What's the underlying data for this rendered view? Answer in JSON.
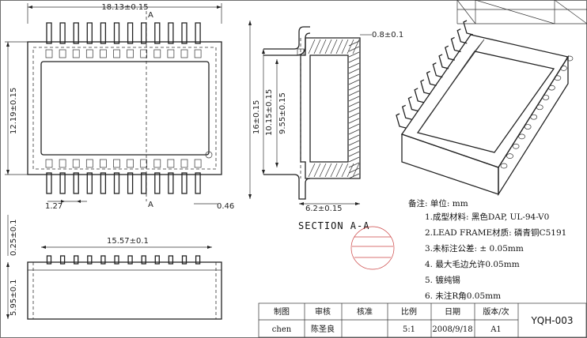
{
  "dimensions": {
    "top_width": "18.13±0.15",
    "section_A_top": "A",
    "section_A_bottom": "A",
    "left_height": "12.19±0.15",
    "pitch": "1.27",
    "pin_width": "0.46",
    "flange": "0.8±0.1",
    "side_height_outer": "16±0.15",
    "side_height_mid": "10.15±0.15",
    "side_height_inner": "9.55±0.15",
    "side_width": "6.2±0.15",
    "front_width": "15.57±0.1",
    "front_top": "0.25±0.1",
    "front_height": "5.95±0.1"
  },
  "section_label": "SECTION  A-A",
  "notes": {
    "header": "备注:   单位: mm",
    "items": [
      "1.成型材料:  黑色DAP, UL-94-V0",
      "2.LEAD FRAME材质:  磷青铜C5191",
      "3.未标注公差:   ± 0.05mm",
      "4. 最大毛边允许0.05mm",
      "5.  镀纯锡",
      "6. 未注R角0.05mm"
    ]
  },
  "title_block": {
    "headers": [
      "制图",
      "审核",
      "核准",
      "比例",
      "日期",
      "版本/次"
    ],
    "values": [
      "chen",
      "陈圣良",
      "",
      "5:1",
      "2008/9/18",
      "A1"
    ],
    "part_no": "YQH-003"
  }
}
